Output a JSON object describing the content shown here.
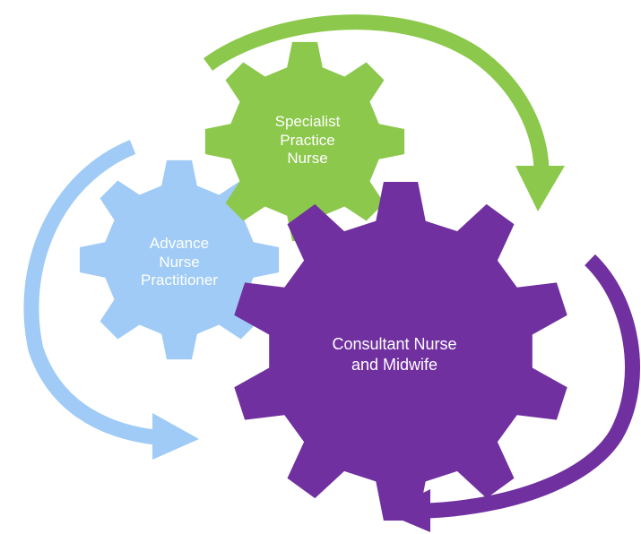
{
  "colors": {
    "green": "#8cc84b",
    "blue": "#9fcbf6",
    "purple": "#7030a0"
  },
  "gears": {
    "specialist": {
      "lines": [
        "Specialist",
        "Practice",
        "Nurse"
      ],
      "color": "#8cc84b"
    },
    "advance": {
      "lines": [
        "Advance",
        "Nurse",
        "Practitioner"
      ],
      "color": "#9fcbf6"
    },
    "consultant": {
      "lines": [
        "Consultant Nurse",
        "and Midwife"
      ],
      "color": "#7030a0"
    }
  },
  "arrows": {
    "top": {
      "color": "#8cc84b",
      "direction": "clockwise"
    },
    "left": {
      "color": "#9fcbf6",
      "direction": "counter-clockwise"
    },
    "right": {
      "color": "#7030a0",
      "direction": "clockwise"
    }
  }
}
